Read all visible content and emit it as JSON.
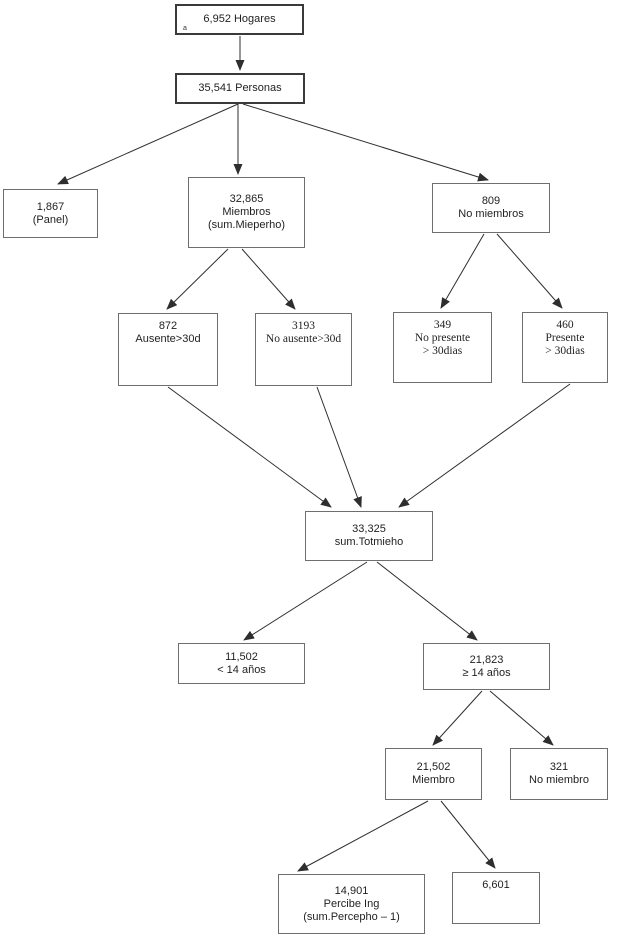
{
  "diagram": {
    "type": "flowchart-tree",
    "nodes": {
      "hogares": {
        "line1": "6,952 Hogares",
        "footnote": "a"
      },
      "personas": {
        "line1": "35,541 Personas"
      },
      "panel": {
        "line1": "1,867",
        "line2": "(Panel)"
      },
      "miembros": {
        "line1": "32,865",
        "line2": "Miembros",
        "line3": "(sum.Mieperho)"
      },
      "no_miembros": {
        "line1": "809",
        "line2": "No miembros"
      },
      "ausente": {
        "line1": "872",
        "line2": "Ausente>30d"
      },
      "no_ausente": {
        "line1": "3193",
        "line2": "No ausente>30d"
      },
      "no_presente": {
        "line1": "349",
        "line2": "No presente",
        "line3": "> 30dias"
      },
      "presente": {
        "line1": "460",
        "line2": "Presente",
        "line3": "> 30dias"
      },
      "totmieho": {
        "line1": "33,325",
        "line2": "sum.Totmieho"
      },
      "menor_14": {
        "line1": "11,502",
        "line2": "< 14 años"
      },
      "mayor_14": {
        "line1": "21,823",
        "line2": "≥ 14 años"
      },
      "miembro": {
        "line1": "21,502",
        "line2": "Miembro"
      },
      "no_miembro": {
        "line1": "321",
        "line2": "No miembro"
      },
      "percibe_ing": {
        "line1": "14,901",
        "line2": "Percibe Ing",
        "line3": "(sum.Percepho – 1)"
      },
      "no_percibe": {
        "line1": "6,601"
      }
    },
    "colors": {
      "line": "#2e2e2e",
      "border": "#6e6e6e",
      "text": "#1f1f1f",
      "background": "#ffffff"
    }
  }
}
